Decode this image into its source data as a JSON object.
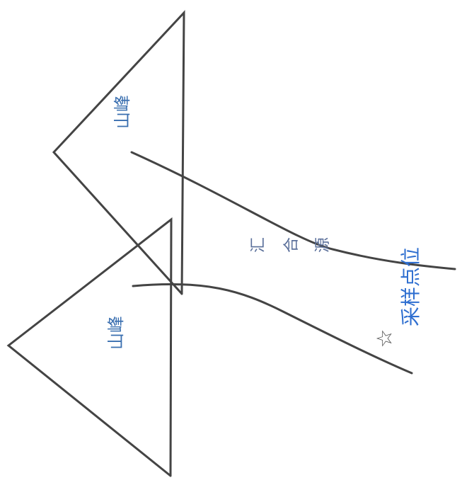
{
  "labels": {
    "peak_upper": "山峰",
    "peak_lower": "山峰",
    "confluence_chars": [
      "汇",
      "合",
      "源"
    ],
    "sampling_point": "采样点位",
    "star": "☆"
  },
  "colors": {
    "line": "#444444",
    "peak_text": "#3a6fb0",
    "confluence_text": "#5a6f9a",
    "sampling_text": "#2f6fd0",
    "star": "#555555"
  }
}
